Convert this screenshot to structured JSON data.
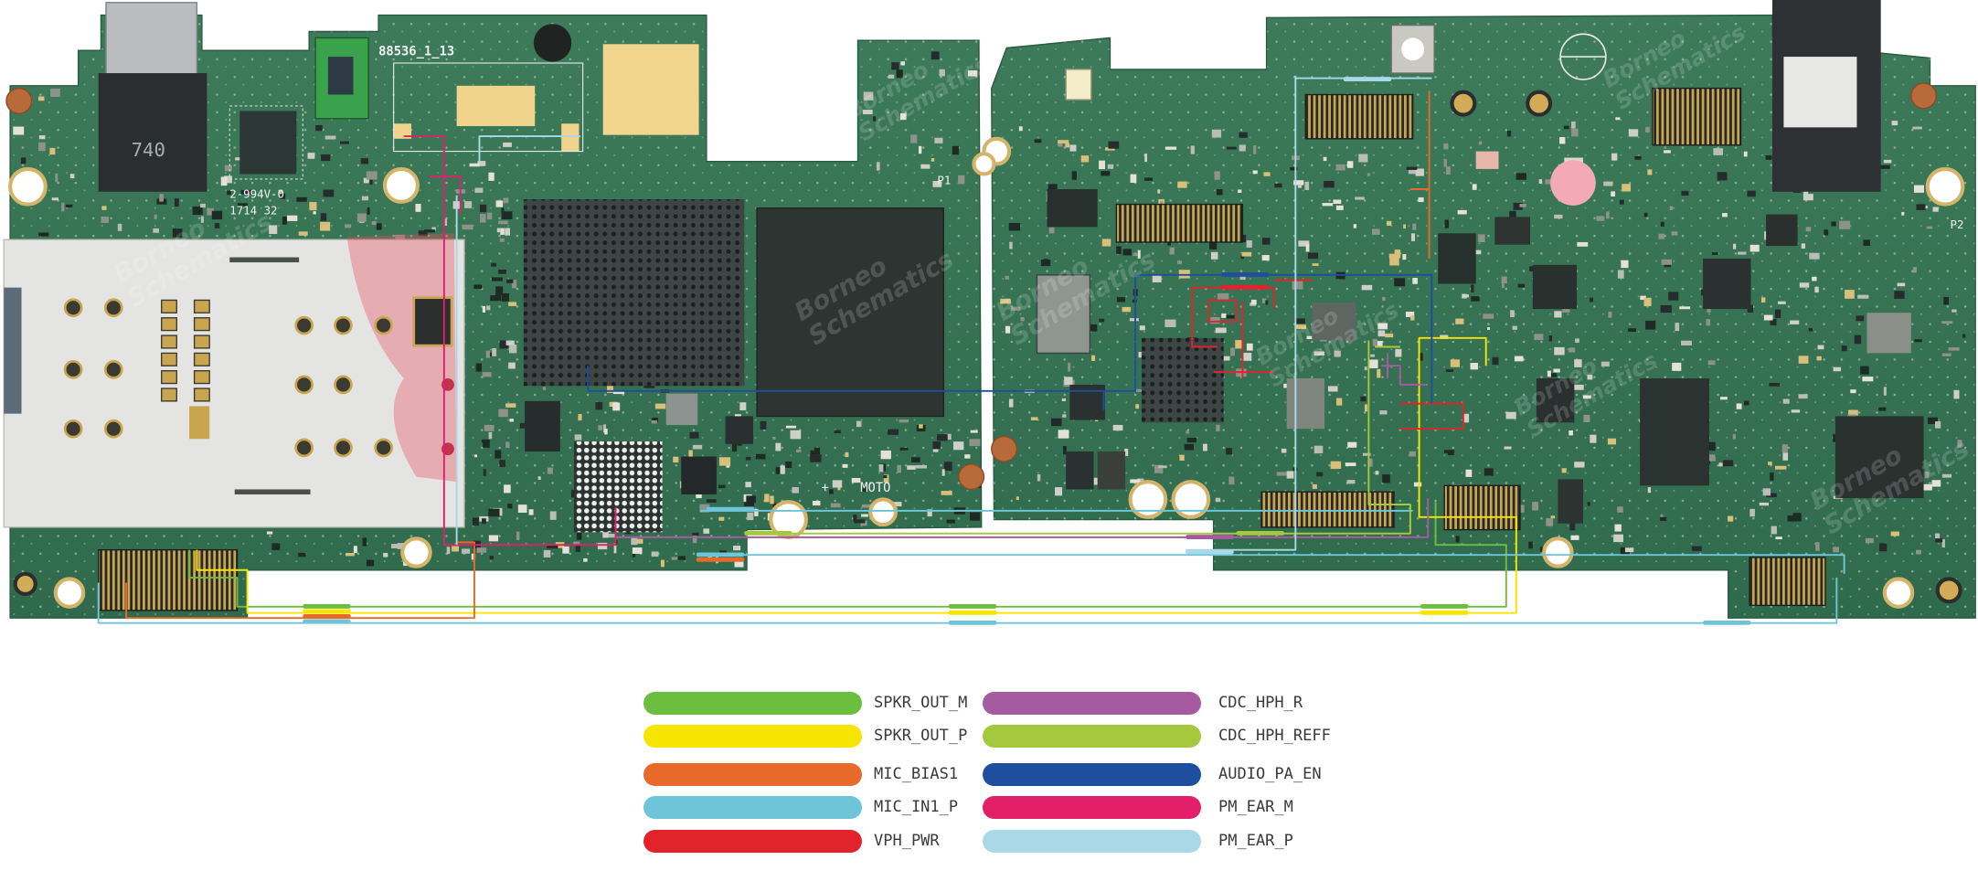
{
  "board": {
    "part_number": "88536_1_13",
    "chip_marking": "740",
    "ul_rating": "2-994V-0",
    "date_code": "1714 32",
    "label_p1": "P1",
    "label_p2": "P2",
    "brand": "MOTO",
    "watermark_line1": "Borneo",
    "watermark_line2": "Schematics",
    "board_color": "#346d4f"
  },
  "legend": {
    "left": [
      {
        "net": "SPKR_OUT_M",
        "color": "#6cbe3f"
      },
      {
        "net": "SPKR_OUT_P",
        "color": "#f5e500"
      },
      {
        "net": "MIC_BIAS1",
        "color": "#e86a2a"
      },
      {
        "net": "MIC_IN1_P",
        "color": "#6ec5d9"
      },
      {
        "net": "VPH_PWR",
        "color": "#e3232b"
      }
    ],
    "right": [
      {
        "net": "CDC_HPH_R",
        "color": "#a65a9f"
      },
      {
        "net": "CDC_HPH_REFF",
        "color": "#a5c93c"
      },
      {
        "net": "AUDIO_PA_EN",
        "color": "#1f4e9e"
      },
      {
        "net": "PM_EAR_M",
        "color": "#e21f68"
      },
      {
        "net": "PM_EAR_P",
        "color": "#a9d9e6"
      }
    ]
  }
}
